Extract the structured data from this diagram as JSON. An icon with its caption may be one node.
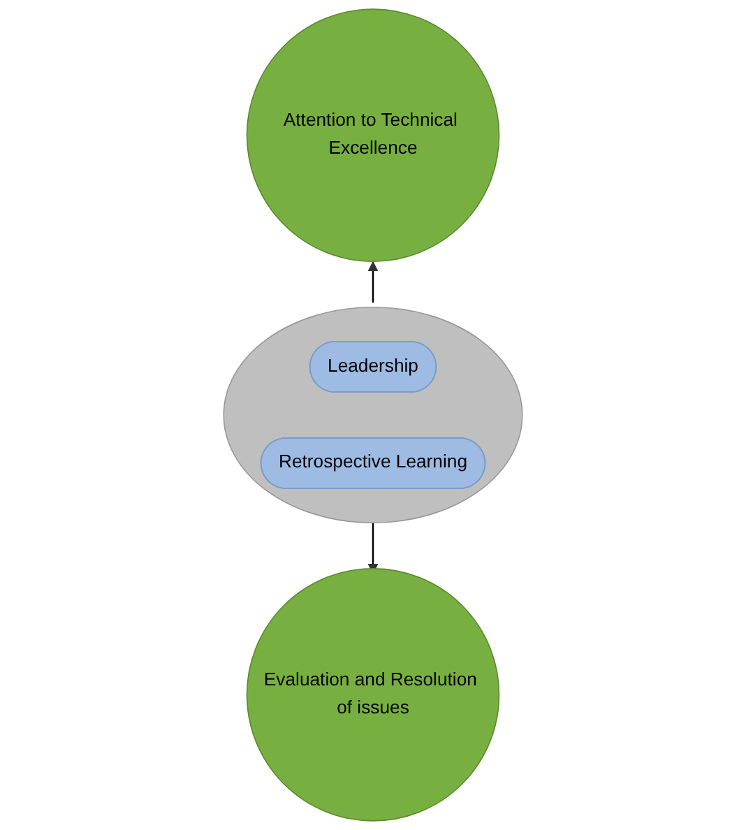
{
  "diagram": {
    "nodes": [
      {
        "text": [
          "Attention to Technical Excellence"
        ]
      },
      {
        "text": [],
        "shape": "ellipse"
      },
      {
        "text": [
          "Leadership"
        ],
        "in": 1
      },
      {
        "text": [
          "Retrospective Learning"
        ],
        "in": 1
      },
      {
        "text": [
          "Evaluation and Resolution of issues"
        ]
      }
    ],
    "edges": [
      {
        "from": 1,
        "to": 0,
        "arrow": "to"
      },
      {
        "from": 1,
        "to": 4,
        "arrow": "to"
      }
    ]
  }
}
